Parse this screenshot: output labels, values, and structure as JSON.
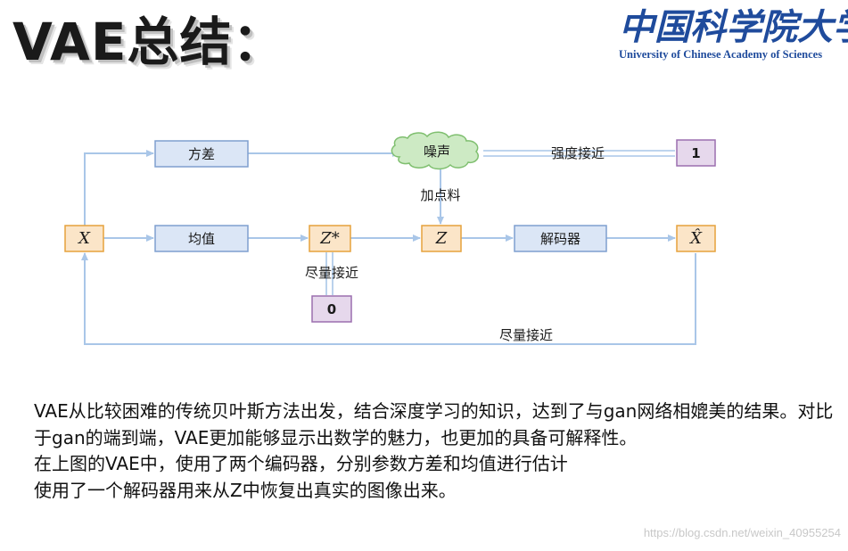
{
  "title": "VAE总结：",
  "logo": {
    "chinese": "中国科学院大学",
    "english": "University of  Chinese Academy of Sciences"
  },
  "diagram": {
    "nodes": {
      "x": "X",
      "variance": "方差",
      "mean": "均值",
      "z_star": "Z*",
      "noise": "噪声",
      "z": "Z",
      "decoder": "解码器",
      "x_hat": "X̂",
      "one": "1",
      "zero": "0"
    },
    "labels": {
      "add_noise": "加点料",
      "strength_close": "强度接近",
      "close_zero": "尽量接近",
      "close_recon": "尽量接近"
    }
  },
  "description": [
    "VAE从比较困难的传统贝叶斯方法出发，结合深度学习的知识，达到了与gan网络相媲美的结果。对比于gan的端到端，VAE更加能够显示出数学的魅力，也更加的具备可解释性。",
    "在上图的VAE中，使用了两个编码器，分别参数方差和均值进行估计",
    "使用了一个解码器用来从Z中恢复出真实的图像出来。"
  ],
  "watermark": "https://blog.csdn.net/weixin_40955254",
  "colors": {
    "orange_fill": "#fbe5c8",
    "orange_border": "#e6a23c",
    "blue_fill": "#dbe6f6",
    "blue_border": "#7f9fcf",
    "purple_fill": "#e6d8ec",
    "purple_border": "#9b6faf",
    "cloud_fill": "#cdeac4",
    "cloud_border": "#7fbf6f",
    "arrow": "#a9c6e8"
  }
}
